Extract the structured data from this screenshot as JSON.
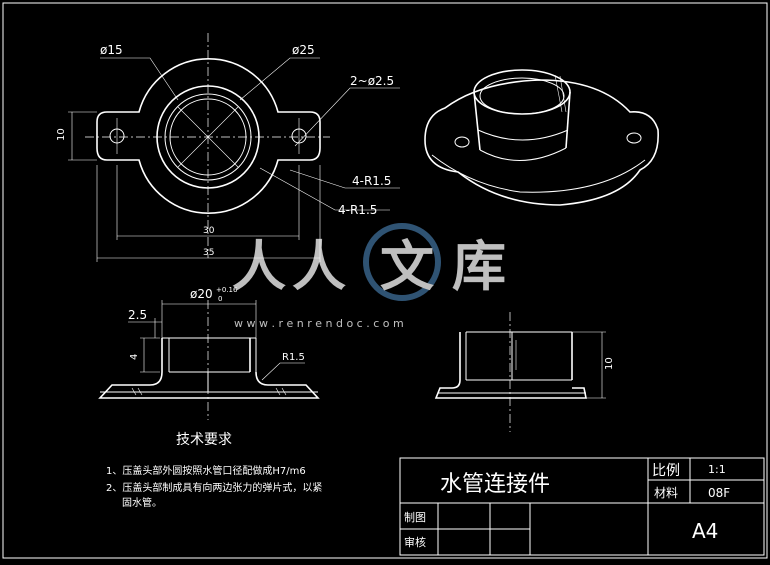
{
  "top_view": {
    "dim_d15": "ø15",
    "dim_d25": "ø25",
    "dim_holes": "2~ø2.5",
    "dim_r_upper": "4-R1.5",
    "dim_r_lower": "4-R1.5",
    "dim_30": "30",
    "dim_35": "35",
    "dim_10": "10"
  },
  "section_view": {
    "dim_d20": "ø20",
    "tol_upper": "+0.16",
    "tol_lower": "0",
    "dim_2_5": "2.5",
    "dim_4": "4",
    "dim_r": "R1.5"
  },
  "side_view": {
    "dim_10": "10"
  },
  "watermark": {
    "chars": [
      "人",
      "人",
      "文",
      "库"
    ],
    "url": "w w w . r e n r e n d o c . c o m"
  },
  "requirements": {
    "title": "技术要求",
    "items": [
      "1、压盖头部外圆按照水管口径配做成H7/m6",
      "2、压盖头部制成具有向两边张力的弹片式，以紧",
      "固水管。"
    ]
  },
  "title_block": {
    "part_name": "水管连接件",
    "scale_label": "比例",
    "scale_value": "1:1",
    "material_label": "材料",
    "material_value": "08F",
    "drawn_label": "制图",
    "checked_label": "审核",
    "sheet_size": "A4"
  }
}
